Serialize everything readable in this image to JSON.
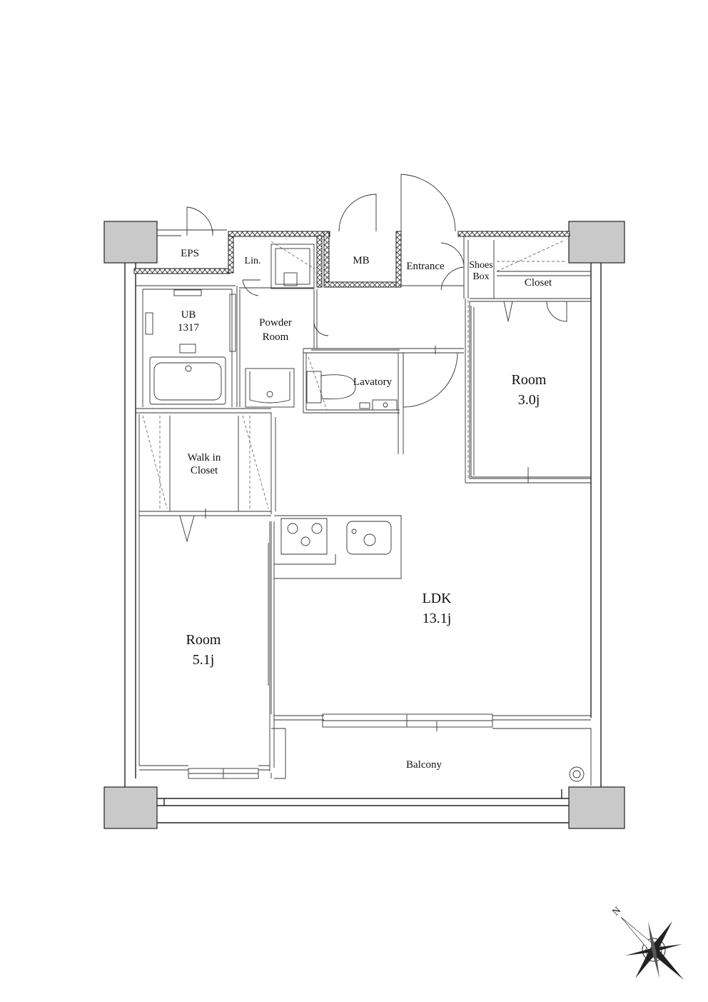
{
  "rooms": {
    "eps": "EPS",
    "lin": "Lin.",
    "mb": "MB",
    "entrance": "Entrance",
    "shoes_box_1": "Shoes",
    "shoes_box_2": "Box",
    "closet": "Closet",
    "ub_1": "UB",
    "ub_2": "1317",
    "powder_1": "Powder",
    "powder_2": "Room",
    "lavatory": "Lavatory",
    "room_small_1": "Room",
    "room_small_2": "3.0j",
    "walk_in_1": "Walk in",
    "walk_in_2": "Closet",
    "ldk_1": "LDK",
    "ldk_2": "13.1j",
    "room_large_1": "Room",
    "room_large_2": "5.1j",
    "balcony": "Balcony"
  },
  "compass": {
    "north_label": "N"
  }
}
